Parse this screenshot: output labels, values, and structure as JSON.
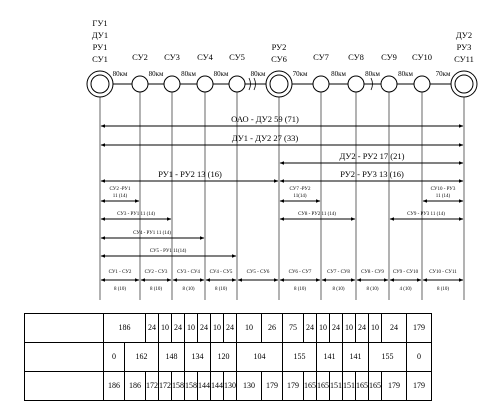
{
  "stations": [
    {
      "id": "s1",
      "labels": [
        "ГУ1",
        "ДУ1",
        "РУ1",
        "СУ1"
      ],
      "big": true
    },
    {
      "id": "s2",
      "labels": [
        "СУ2"
      ],
      "big": false
    },
    {
      "id": "s3",
      "labels": [
        "СУ3"
      ],
      "big": false
    },
    {
      "id": "s4",
      "labels": [
        "СУ4"
      ],
      "big": false
    },
    {
      "id": "s5",
      "labels": [
        "СУ5"
      ],
      "big": false
    },
    {
      "id": "s6",
      "labels": [
        "РУ2",
        "СУ6"
      ],
      "big": true
    },
    {
      "id": "s7",
      "labels": [
        "СУ7"
      ],
      "big": false
    },
    {
      "id": "s8",
      "labels": [
        "СУ8"
      ],
      "big": false
    },
    {
      "id": "s9",
      "labels": [
        "СУ9"
      ],
      "big": false
    },
    {
      "id": "s10",
      "labels": [
        "СУ10"
      ],
      "big": false
    },
    {
      "id": "s11",
      "labels": [
        "ДУ2",
        "РУ3",
        "СУ11"
      ],
      "big": true
    }
  ],
  "spans": [
    "80км",
    "80км",
    "80км",
    "80км",
    "80км",
    "70км",
    "80км",
    "80км",
    "80км",
    "70км"
  ],
  "sections": [
    {
      "label": "ОАО - ДУ2 59 (71)"
    },
    {
      "label": "ДУ1 - ДУ2 27 (33)"
    },
    {
      "label": "ДУ2 - РУ2 17 (21)"
    },
    {
      "label": "РУ1 - РУ2 13 (16)"
    },
    {
      "label": "РУ2 - РУ3 13 (16)"
    }
  ],
  "small_sections": [
    {
      "line1": "СУ2 -РУ1",
      "line2": "11 (14)"
    },
    {
      "line1": "СУ3 - РУ1 11 (14)",
      "line2": ""
    },
    {
      "line1": "СУ4 - РУ1 11 (14)",
      "line2": ""
    },
    {
      "line1": "СУ5 - РУ1 11(14)",
      "line2": ""
    },
    {
      "line1": "СУ7 -РУ2",
      "line2": "11(14)"
    },
    {
      "line1": "СУ8 - РУ2 11 (14)",
      "line2": ""
    },
    {
      "line1": "СУ10 - РУ3",
      "line2": "11 (14)"
    },
    {
      "line1": "СУ9 - РУ3 11 (14)",
      "line2": ""
    }
  ],
  "hops": [
    {
      "label": "СУ1 - СУ2",
      "value": "8 (10)"
    },
    {
      "label": "СУ2 - СУ3",
      "value": "8 (10)"
    },
    {
      "label": "СУ3 - СУ4",
      "value": "8 (10)"
    },
    {
      "label": "СУ4 - СУ5",
      "value": "8 (10)"
    },
    {
      "label": "СУ5 - СУ6",
      "value": ""
    },
    {
      "label": "СУ6 - СУ7",
      "value": "8 (10)"
    },
    {
      "label": "СУ7 - СУ8",
      "value": "8 (10)"
    },
    {
      "label": "СУ8 - СУ9",
      "value": "8 (10)"
    },
    {
      "label": "СУ9 - СУ10",
      "value": "4 (10)"
    },
    {
      "label": "СУ10 - СУ11",
      "value": "8 (10)"
    }
  ],
  "table": {
    "row1": [
      "186",
      "24",
      "10",
      "24",
      "10",
      "24",
      "10",
      "24",
      "10",
      "26",
      "75",
      "24",
      "10",
      "24",
      "10",
      "24",
      "10",
      "24",
      "179"
    ],
    "row2": [
      "0",
      "162",
      "148",
      "134",
      "120",
      "104",
      "155",
      "141",
      "141",
      "155",
      "0"
    ],
    "row3": [
      "186",
      "186",
      "172",
      "172",
      "158",
      "158",
      "144",
      "144",
      "130",
      "130",
      "179",
      "179",
      "165",
      "165",
      "151",
      "151",
      "165",
      "165",
      "179",
      "179"
    ]
  }
}
